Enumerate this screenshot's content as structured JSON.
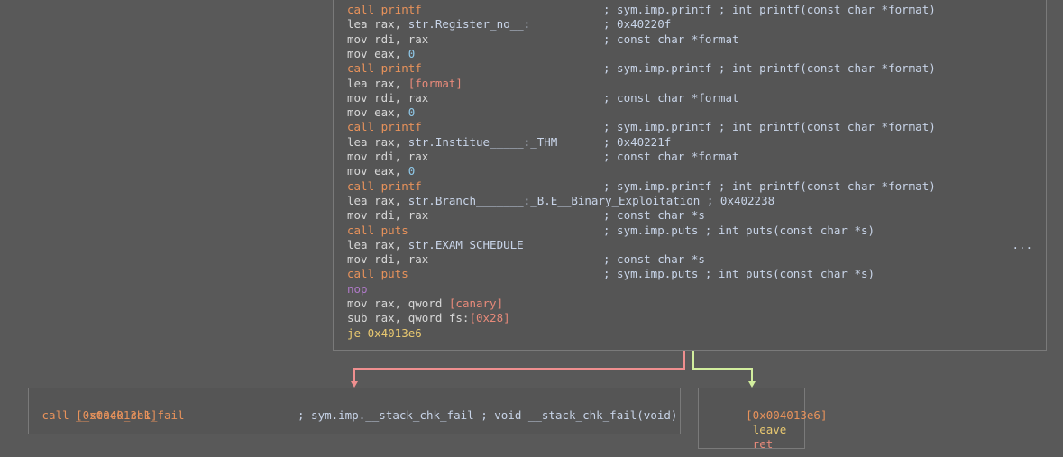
{
  "main_block": {
    "lines": [
      {
        "kind": "call",
        "ins": "call printf",
        "comment": "; sym.imp.printf ; int printf(const char *format)"
      },
      {
        "kind": "lea-str",
        "ins_pre": "lea rax, ",
        "ins_ref": "str.Register_no__:",
        "comment": "; 0x40220f"
      },
      {
        "kind": "plain",
        "ins": "mov rdi, rax",
        "comment": "; const char *format"
      },
      {
        "kind": "mov-num",
        "ins_pre": "mov eax, ",
        "ins_num": "0"
      },
      {
        "kind": "call",
        "ins": "call printf",
        "comment": "; sym.imp.printf ; int printf(const char *format)"
      },
      {
        "kind": "lea-bracket",
        "ins_pre": "lea rax, ",
        "ins_ref": "[format]"
      },
      {
        "kind": "plain",
        "ins": "mov rdi, rax",
        "comment": "; const char *format"
      },
      {
        "kind": "mov-num",
        "ins_pre": "mov eax, ",
        "ins_num": "0"
      },
      {
        "kind": "call",
        "ins": "call printf",
        "comment": "; sym.imp.printf ; int printf(const char *format)"
      },
      {
        "kind": "lea-str",
        "ins_pre": "lea rax, ",
        "ins_ref": "str.Institue_____:_THM",
        "comment": "; 0x40221f"
      },
      {
        "kind": "plain",
        "ins": "mov rdi, rax",
        "comment": "; const char *format"
      },
      {
        "kind": "mov-num",
        "ins_pre": "mov eax, ",
        "ins_num": "0"
      },
      {
        "kind": "call",
        "ins": "call printf",
        "comment": "; sym.imp.printf ; int printf(const char *format)"
      },
      {
        "kind": "lea-str-long",
        "ins_pre": "lea rax, ",
        "ins_ref": "str.Branch_______:_B.E__Binary_Exploitation",
        "tail": " ; 0x402238"
      },
      {
        "kind": "plain",
        "ins": "mov rdi, rax",
        "comment": "; const char *s"
      },
      {
        "kind": "call",
        "ins": "call puts",
        "comment": "; sym.imp.puts ; int puts(const char *s)"
      },
      {
        "kind": "lea-str-long",
        "ins_pre": "lea rax, ",
        "ins_ref": "str.EXAM_SCHEDULE________________________________________________________________________...",
        "tail": ""
      },
      {
        "kind": "plain",
        "ins": "mov rdi, rax",
        "comment": "; const char *s"
      },
      {
        "kind": "call",
        "ins": "call puts",
        "comment": "; sym.imp.puts ; int puts(const char *s)"
      },
      {
        "kind": "nop",
        "ins": "nop"
      },
      {
        "kind": "lea-bracket",
        "ins_pre": "mov rax, qword ",
        "ins_ref": "[canary]"
      },
      {
        "kind": "sub",
        "ins_pre": "sub rax, qword fs:",
        "ins_ref": "[0x28]"
      },
      {
        "kind": "cond",
        "ins": "je 0x4013e6"
      }
    ]
  },
  "fail_block": {
    "address": "[0x004013e1]",
    "ins": " call __stack_chk_fail",
    "comment": "; sym.imp.__stack_chk_fail ; void __stack_chk_fail(void)"
  },
  "leave_block": {
    "address": "[0x004013e6]",
    "line1": " leave",
    "line2": " ret"
  },
  "colors": {
    "background": "#595959",
    "block_bg": "#555555",
    "block_border": "#7a7a7a",
    "edge_false": "#ef8f8f",
    "edge_true": "#d2ee9e"
  }
}
